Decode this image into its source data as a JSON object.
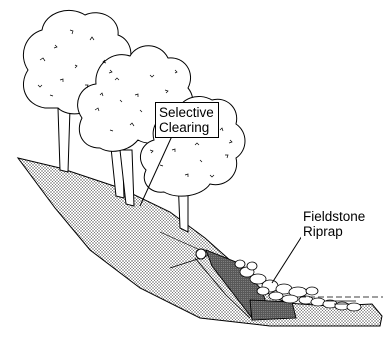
{
  "labels": {
    "selective_clearing": [
      "Selective",
      "Clearing"
    ],
    "fieldstone_riprap": [
      "Fieldstone",
      "Riprap"
    ]
  },
  "colors": {
    "line": "#000000",
    "fill": "#ffffff",
    "hatch": "#666666"
  }
}
